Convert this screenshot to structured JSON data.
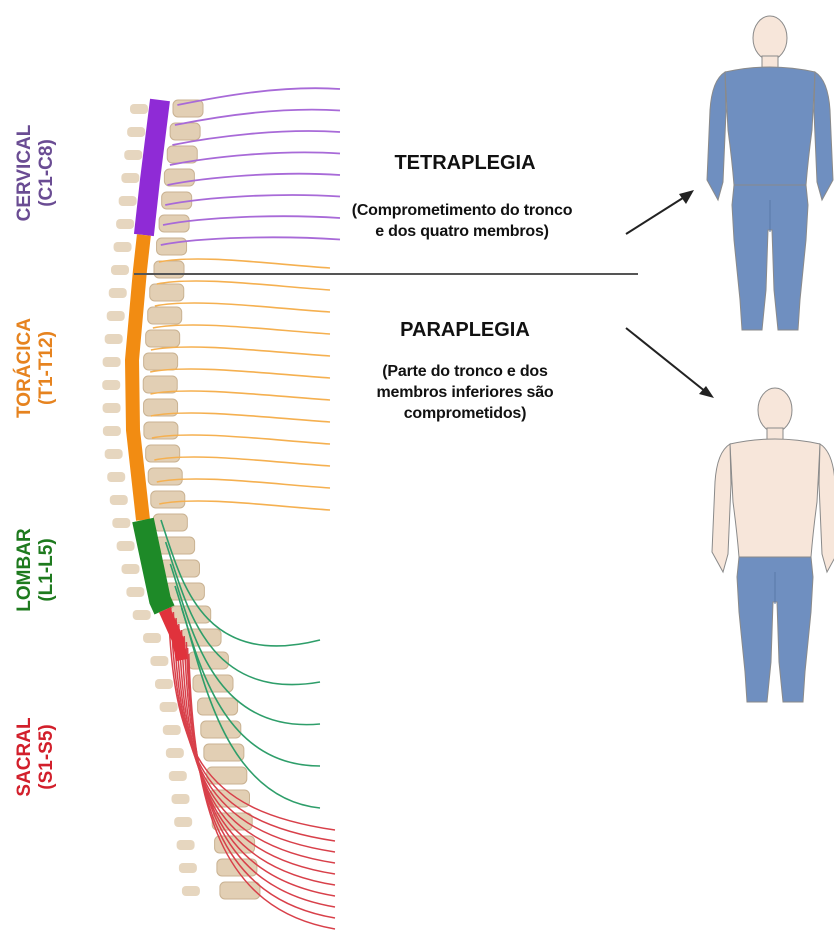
{
  "regions": {
    "cervical": {
      "name": "CERVICAL",
      "range": "(C1-C8)",
      "color": "#6a4c93"
    },
    "toracica": {
      "name": "TORÁCICA",
      "range": "(T1-T12)",
      "color": "#e6831f"
    },
    "lombar": {
      "name": "LOMBAR",
      "range": "(L1-L5)",
      "color": "#1e7a1e"
    },
    "sacral": {
      "name": "SACRAL",
      "range": "(S1-S5)",
      "color": "#d21f2b"
    }
  },
  "tetraplegia": {
    "title": "TETRAPLEGIA",
    "desc_line1": "(Comprometimento do tronco",
    "desc_line2": "e dos quatro membros)"
  },
  "paraplegia": {
    "title": "PARAPLEGIA",
    "desc_line1": "(Parte do tronco e dos",
    "desc_line2": "membros inferiores  são",
    "desc_line3": "comprometidos)"
  },
  "colors": {
    "cord_cervical": "#8f2bd6",
    "cord_thoracic": "#f28c12",
    "cord_lumbar": "#1e8a28",
    "cord_sacral": "#e0323c",
    "nerve_cervical": "#a86ad8",
    "nerve_thoracic": "#f5b050",
    "nerve_lumbar": "#2e9e6a",
    "nerve_sacral": "#d8404a",
    "vertebra": "#e2cfb4",
    "affected_body": "#6f8fc0",
    "skin": "#f7e6da"
  }
}
